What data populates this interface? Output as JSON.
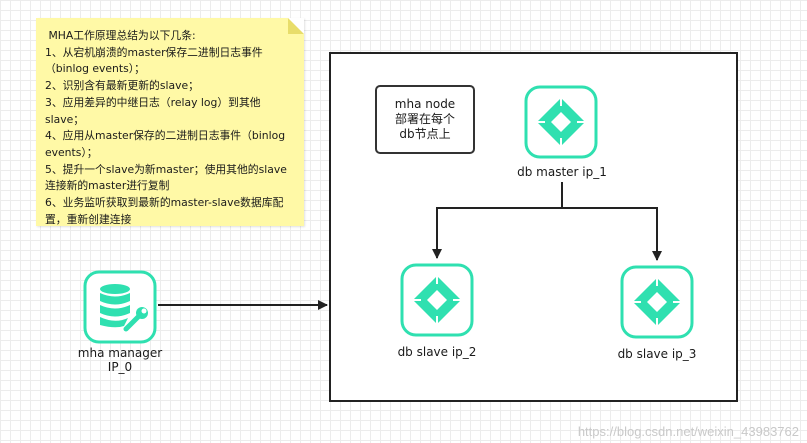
{
  "note": {
    "text": " MHA工作原理总结为以下几条:\n1、从宕机崩溃的master保存二进制日志事件（binlog events）；\n2、识别含有最新更新的slave；\n3、应用差异的中继日志（relay log）到其他slave；\n4、应用从master保存的二进制日志事件（binlog events）；\n5、提升一个slave为新master；使用其他的slave连接新的master进行复制\n6、业务监听获取到最新的master-slave数据库配置，重新创建连接"
  },
  "node_box": {
    "text": "mha node\n部署在每个\ndb节点上"
  },
  "nodes": {
    "master": "db master ip_1",
    "slave2": "db slave ip_2",
    "slave3": "db slave ip_3",
    "manager": "mha manager\nIP_0"
  },
  "icons": {
    "db_node": "mysql-diamond-icon",
    "manager": "database-wrench-icon"
  },
  "colors": {
    "accent": "#2fe0b0",
    "note_bg": "#fff9a6"
  },
  "watermark": "https://blog.csdn.net/weixin_43983762"
}
